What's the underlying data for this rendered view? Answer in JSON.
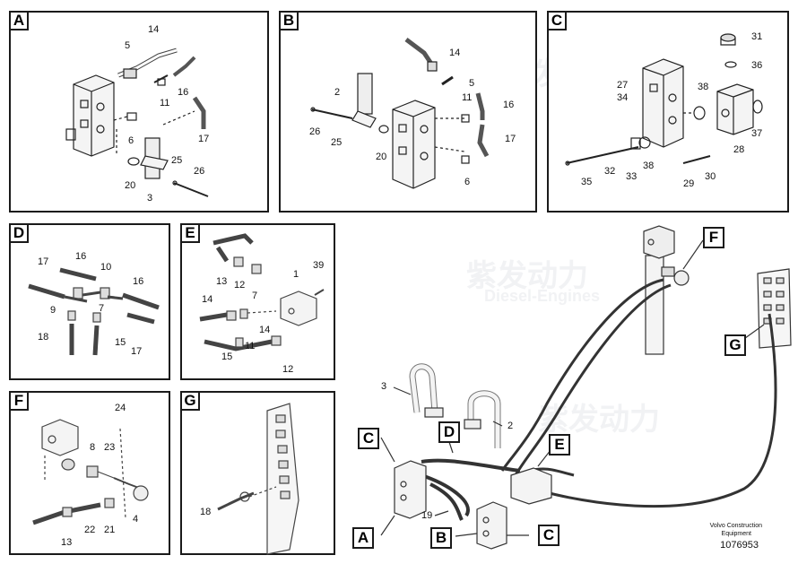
{
  "panels": {
    "A": {
      "label": "A",
      "numbers": [
        "14",
        "5",
        "16",
        "11",
        "6",
        "17",
        "25",
        "26",
        "20",
        "3"
      ]
    },
    "B": {
      "label": "B",
      "numbers": [
        "14",
        "2",
        "5",
        "11",
        "16",
        "26",
        "25",
        "20",
        "17",
        "6"
      ]
    },
    "C": {
      "label": "C",
      "numbers": [
        "31",
        "36",
        "27",
        "34",
        "38",
        "37",
        "28",
        "32",
        "33",
        "38",
        "35",
        "29",
        "30"
      ]
    },
    "D": {
      "label": "D",
      "numbers": [
        "17",
        "16",
        "10",
        "16",
        "9",
        "7",
        "18",
        "15",
        "17"
      ]
    },
    "E": {
      "label": "E",
      "numbers": [
        "13",
        "39",
        "1",
        "14",
        "12",
        "7",
        "11",
        "14",
        "15",
        "12"
      ]
    },
    "F": {
      "label": "F",
      "numbers": [
        "24",
        "8",
        "23",
        "22",
        "21",
        "4",
        "13"
      ]
    },
    "G": {
      "label": "G",
      "numbers": [
        "18"
      ]
    }
  },
  "main": {
    "callouts": {
      "C": "C",
      "D": "D",
      "E": "E",
      "F": "F",
      "G": "G",
      "A": "A",
      "B": "B",
      "C2": "C"
    },
    "numbers": {
      "n3": "3",
      "n2": "2",
      "n19": "19"
    }
  },
  "footer": {
    "brand": "Volvo Construction",
    "sub": "Equipment",
    "part_number": "1076953"
  },
  "watermark": {
    "text_cn": "紫发动力",
    "text_en": "Diesel-Engines"
  }
}
